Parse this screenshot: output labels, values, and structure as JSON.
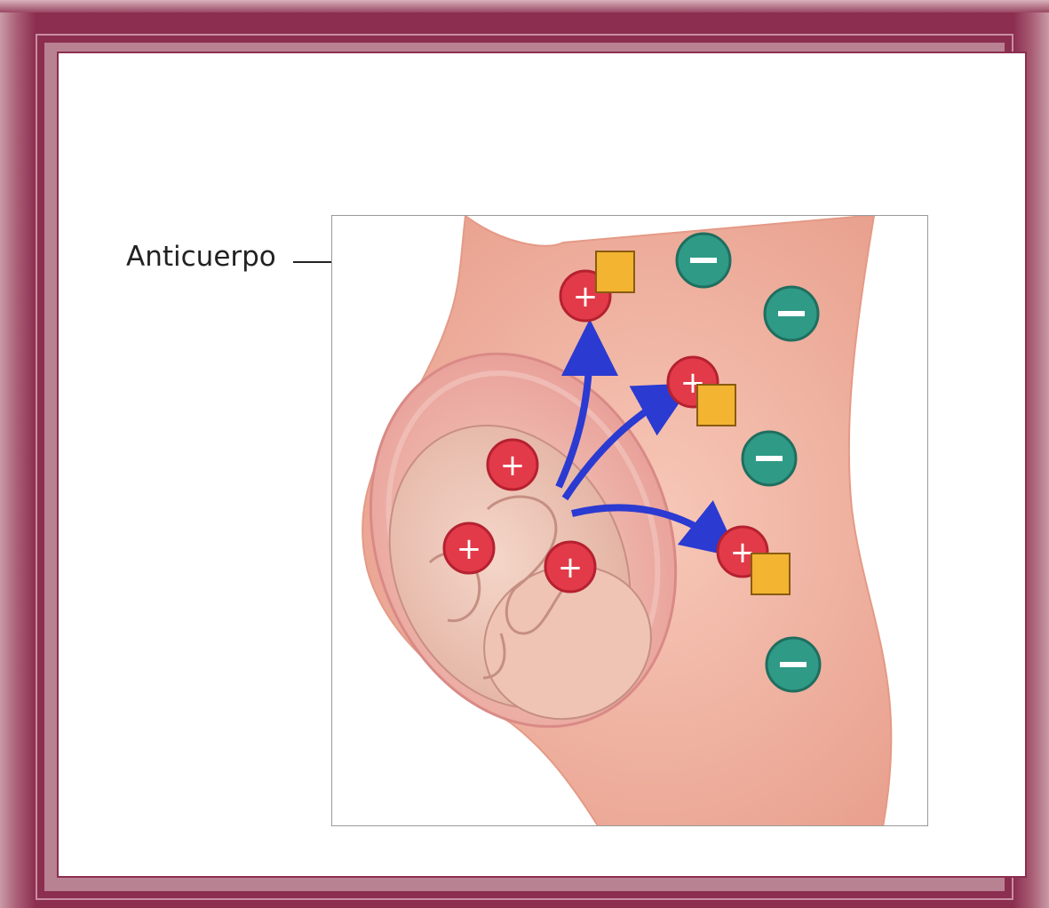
{
  "diagram": {
    "label_text": "Anticuerpo",
    "colors": {
      "background_frame": "#8c2e50",
      "skin": "#f2b6a6",
      "uterus": "#e9a7a0",
      "fetus_cell": "#e23a48",
      "mother_cell": "#2f9a86",
      "antibody": "#f2b431",
      "arrow": "#2b3ad1"
    },
    "cells": {
      "positive_symbol": "+",
      "negative_symbol": "−",
      "fetal_positive_count": 3,
      "maternal_positive_with_antibody_count": 3,
      "maternal_negative_count": 4
    }
  }
}
